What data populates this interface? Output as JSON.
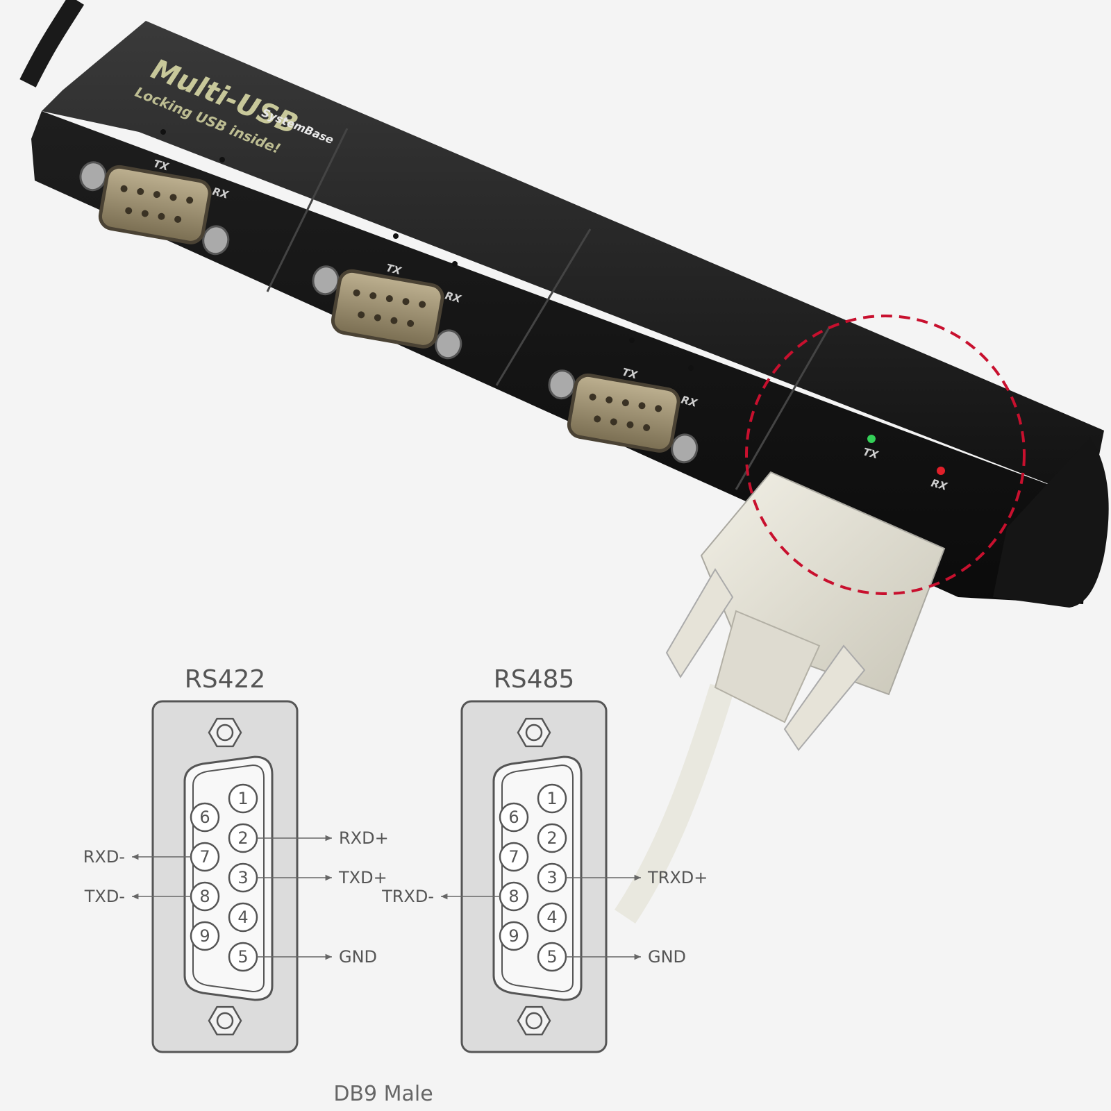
{
  "device": {
    "brand": "SystemBase",
    "product": "Multi-USB",
    "tagline": "Locking USB inside!",
    "led_tx": "TX",
    "led_rx": "RX",
    "led_on_color_tx": "#34d058",
    "led_on_color_rx": "#e0202a"
  },
  "highlight_color": "#c8102e",
  "diagram": {
    "caption": "DB9 Male",
    "connectors": [
      {
        "title": "RS422",
        "pins_top": [
          "1",
          "2",
          "3",
          "4",
          "5"
        ],
        "pins_bottom": [
          "6",
          "7",
          "8",
          "9"
        ],
        "right_signals": [
          {
            "pin": "2",
            "label": "RXD+"
          },
          {
            "pin": "3",
            "label": "TXD+"
          },
          {
            "pin": "5",
            "label": "GND"
          }
        ],
        "left_signals": [
          {
            "pin": "7",
            "label": "RXD-"
          },
          {
            "pin": "8",
            "label": "TXD-"
          }
        ]
      },
      {
        "title": "RS485",
        "pins_top": [
          "1",
          "2",
          "3",
          "4",
          "5"
        ],
        "pins_bottom": [
          "6",
          "7",
          "8",
          "9"
        ],
        "right_signals": [
          {
            "pin": "3",
            "label": "TRXD+"
          },
          {
            "pin": "5",
            "label": "GND"
          }
        ],
        "left_signals": [
          {
            "pin": "8",
            "label": "TRXD-"
          }
        ]
      }
    ]
  }
}
